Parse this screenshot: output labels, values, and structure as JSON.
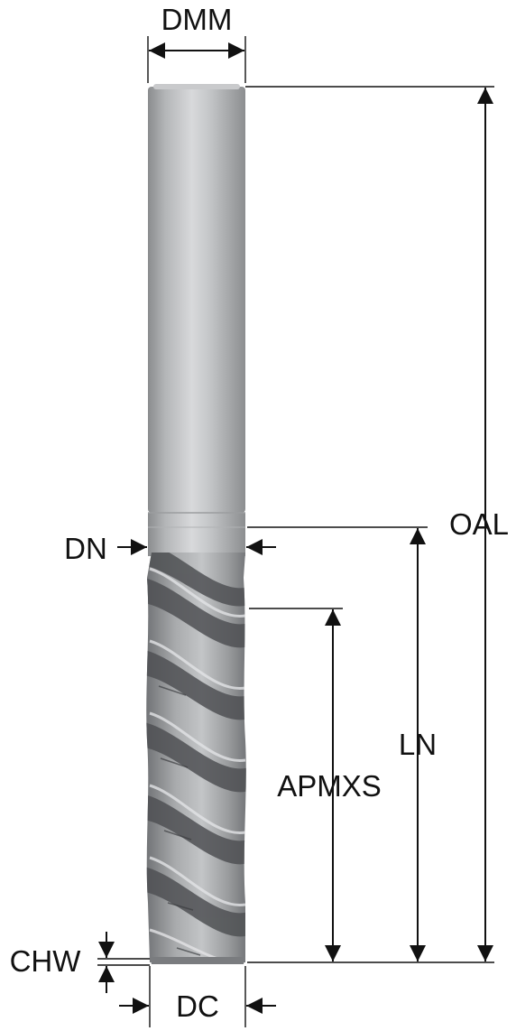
{
  "labels": {
    "dmm": "DMM",
    "dn": "DN",
    "oal": "OAL",
    "ln": "LN",
    "apmxs": "APMXS",
    "chw": "CHW",
    "dc": "DC"
  },
  "colors": {
    "line": "#111111",
    "shank_dark": "#8e9092",
    "shank_light": "#d6d7d9",
    "flute_dark": "#55575a",
    "flute_light": "#c9cbcd"
  }
}
